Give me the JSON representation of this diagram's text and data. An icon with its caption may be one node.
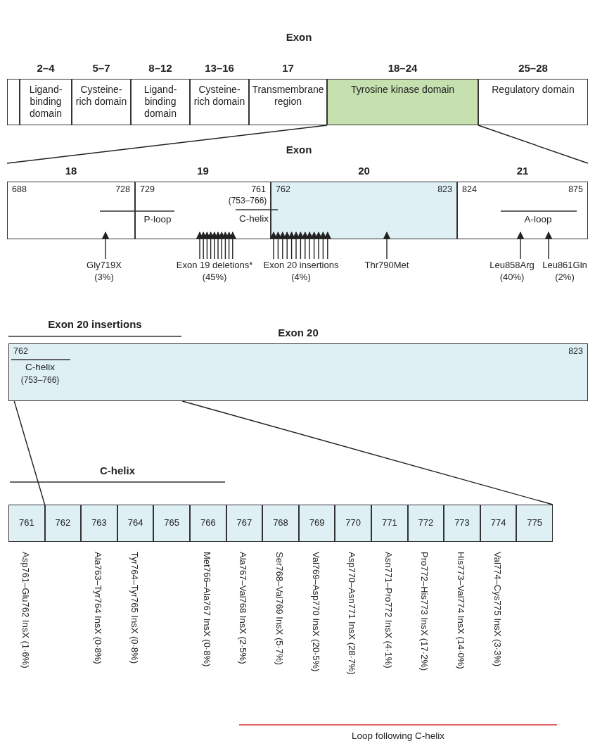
{
  "diagram": {
    "nodes": [
      {
        "text": [],
        "shape": "box"
      },
      {
        "text": [
          "2–4",
          "Ligand-binding domain"
        ]
      },
      {
        "text": [
          "5–7",
          "Cysteine-rich domain"
        ]
      },
      {
        "text": [
          "8–12",
          "Ligand-binding domain"
        ]
      },
      {
        "text": [
          "13–16",
          "Cysteine-rich domain"
        ]
      },
      {
        "text": [
          "17",
          "Transmembrane region"
        ]
      },
      {
        "text": [
          "18–24",
          "Tyrosine kinase domain"
        ]
      },
      {
        "text": [
          "25–28",
          "Regulatory domain"
        ]
      },
      {
        "text": [
          "18",
          "688",
          "728"
        ]
      },
      {
        "text": [
          "19",
          "729",
          "761"
        ]
      },
      {
        "text": [
          "20",
          "762",
          "823"
        ]
      },
      {
        "text": [
          "21",
          "824",
          "875"
        ]
      },
      {
        "text": [
          "Gly719X (3%)"
        ]
      },
      {
        "text": [
          "Exon 19 deletions* (45%)"
        ]
      },
      {
        "text": [
          "Exon 20 insertions (4%)"
        ]
      },
      {
        "text": [
          "Thr790Met"
        ]
      },
      {
        "text": [
          "Leu858Arg (40%)"
        ]
      },
      {
        "text": [
          "Leu861Gln (2%)"
        ]
      },
      {
        "text": [
          "Exon 20",
          "762",
          "823"
        ]
      },
      {
        "text": [
          "761"
        ],
        "beside": [
          "Asp761–Glu762 InsX (1·6%)"
        ]
      },
      {
        "text": [
          "762"
        ]
      },
      {
        "text": [
          "763"
        ],
        "beside": [
          "Ala763–Tyr764 InsX (0·8%)"
        ]
      },
      {
        "text": [
          "764"
        ],
        "beside": [
          "Tyr764–Tyr765 InsX (0·8%)"
        ]
      },
      {
        "text": [
          "765"
        ]
      },
      {
        "text": [
          "766"
        ],
        "beside": [
          "Met766–Ala767 InsX (0·8%)"
        ]
      },
      {
        "text": [
          "767"
        ],
        "beside": [
          "Ala767–Val768 InsX (2·5%)"
        ]
      },
      {
        "text": [
          "768"
        ],
        "beside": [
          "Ser768–Val769 InsX (5·7%)"
        ]
      },
      {
        "text": [
          "769"
        ],
        "beside": [
          "Val769–Asp770 InsX (20·5%)"
        ]
      },
      {
        "text": [
          "770"
        ],
        "beside": [
          "Asp770–Asn771 InsX (28·7%)"
        ]
      },
      {
        "text": [
          "771"
        ],
        "beside": [
          "Asn771–Pro772 InsX (4·1%)"
        ]
      },
      {
        "text": [
          "772"
        ],
        "beside": [
          "Pro772–His773 InsX (17·2%)"
        ]
      },
      {
        "text": [
          "773"
        ],
        "beside": [
          "His773–Val774 InsX (14·0%)"
        ]
      },
      {
        "text": [
          "774"
        ],
        "beside": [
          "Val774–Cys775 InsX (3·3%)"
        ]
      },
      {
        "text": [
          "775"
        ]
      }
    ],
    "edges": [
      {
        "from": 6,
        "to": 8,
        "arrow": "none"
      },
      {
        "from": 6,
        "to": 11,
        "arrow": "none"
      },
      {
        "from": 12,
        "to": 8,
        "arrow": "to"
      },
      {
        "from": 13,
        "to": 9,
        "arrow": "to"
      },
      {
        "from": 13,
        "to": 9,
        "arrow": "to"
      },
      {
        "from": 13,
        "to": 9,
        "arrow": "to"
      },
      {
        "from": 13,
        "to": 9,
        "arrow": "to"
      },
      {
        "from": 13,
        "to": 9,
        "arrow": "to"
      },
      {
        "from": 13,
        "to": 9,
        "arrow": "to"
      },
      {
        "from": 13,
        "to": 9,
        "arrow": "to"
      },
      {
        "from": 13,
        "to": 9,
        "arrow": "to"
      },
      {
        "from": 13,
        "to": 9,
        "arrow": "to"
      },
      {
        "from": 13,
        "to": 9,
        "arrow": "to"
      },
      {
        "from": 14,
        "to": 10,
        "arrow": "to"
      },
      {
        "from": 14,
        "to": 10,
        "arrow": "to"
      },
      {
        "from": 14,
        "to": 10,
        "arrow": "to"
      },
      {
        "from": 14,
        "to": 10,
        "arrow": "to"
      },
      {
        "from": 14,
        "to": 10,
        "arrow": "to"
      },
      {
        "from": 14,
        "to": 10,
        "arrow": "to"
      },
      {
        "from": 14,
        "to": 10,
        "arrow": "to"
      },
      {
        "from": 14,
        "to": 10,
        "arrow": "to"
      },
      {
        "from": 14,
        "to": 10,
        "arrow": "to"
      },
      {
        "from": 14,
        "to": 10,
        "arrow": "to"
      },
      {
        "from": 14,
        "to": 10,
        "arrow": "to"
      },
      {
        "from": 14,
        "to": 10,
        "arrow": "to"
      },
      {
        "from": 14,
        "to": 10,
        "arrow": "to"
      },
      {
        "from": 15,
        "to": 10,
        "arrow": "to"
      },
      {
        "from": 16,
        "to": 11,
        "arrow": "to"
      },
      {
        "from": 17,
        "to": 11,
        "arrow": "to"
      },
      {
        "from": 18,
        "to": 19,
        "arrow": "none"
      },
      {
        "from": 18,
        "to": 33,
        "arrow": "none"
      }
    ],
    "labels": [
      "Exon",
      "Exon",
      "P-loop",
      "(753–766)",
      "C-helix",
      "A-loop",
      "Exon 20 insertions",
      "C-helix",
      "(753–766)",
      "C-helix",
      "Loop following C-helix"
    ]
  }
}
